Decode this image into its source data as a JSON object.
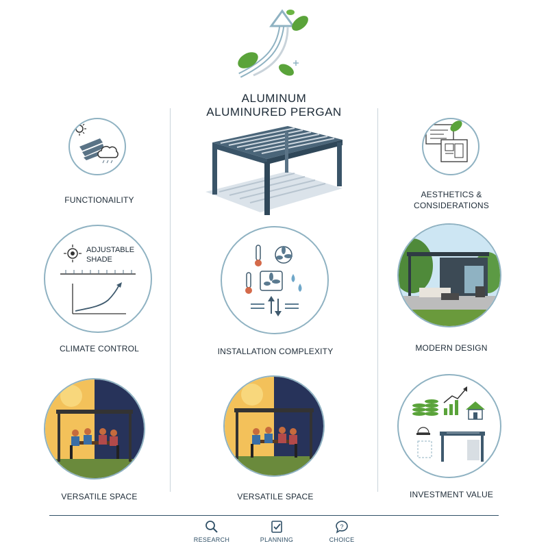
{
  "header": {
    "title_line1": "ALUMINUM",
    "title_line2": "ALUMINURED PERGAN"
  },
  "columns": {
    "left": [
      {
        "label": "FUNCTIONAILITY",
        "icon": "sun-blinds-cloud-icon"
      },
      {
        "label": "CLIMATE CONTROL",
        "icon": "shade-chart-icon",
        "inner_text": [
          "ADJUSTABLE",
          "SHADE"
        ]
      },
      {
        "label": "VERSATILE SPACE",
        "icon": "day-night-gathering-illustration"
      }
    ],
    "center": [
      {
        "label": "",
        "icon": "pergola-illustration"
      },
      {
        "label": "INSTALLATION COMPLEXITY",
        "icon": "climate-controls-icon"
      },
      {
        "label": "VERSATILE SPACE",
        "icon": "day-night-gathering-illustration"
      }
    ],
    "right": [
      {
        "label": "AESTHETICS &",
        "label2": "CONSIDERATIONS",
        "icon": "blueprint-leaf-icon"
      },
      {
        "label": "MODERN DESIGN",
        "icon": "modern-patio-illustration"
      },
      {
        "label": "INVESTMENT VALUE",
        "icon": "investment-growth-icon"
      }
    ]
  },
  "nav": [
    {
      "label": "RESEARCH",
      "icon": "search-icon"
    },
    {
      "label": "PLANNING",
      "icon": "checklist-icon"
    },
    {
      "label": "CHOICE",
      "icon": "question-bubble-icon"
    }
  ],
  "colors": {
    "accent": "#3f5a6e",
    "leaf": "#5aa33a",
    "circle_border": "#8fb2c2",
    "divider": "#c9d3da"
  }
}
